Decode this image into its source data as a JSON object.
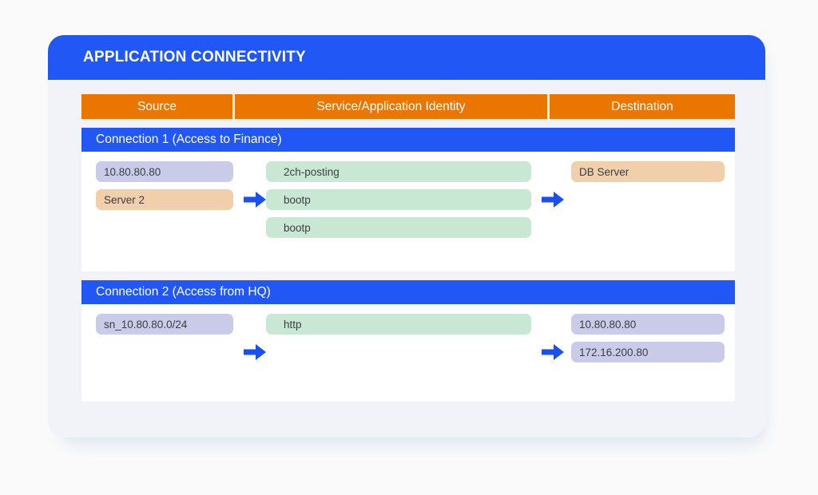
{
  "card": {
    "title": "APPLICATION CONNECTIVITY",
    "accent_blue": "#2158f5",
    "accent_orange": "#ea7600",
    "panel_bg": "#f1f3f8"
  },
  "columns": [
    {
      "label": "Source"
    },
    {
      "label": "Service/Application Identity"
    },
    {
      "label": "Destination"
    }
  ],
  "connections": [
    {
      "title": "Connection 1 (Access to Finance)",
      "source": [
        {
          "label": "10.80.80.80",
          "color": "#c9cbe9"
        },
        {
          "label": "Server 2",
          "color": "#f2cfab"
        }
      ],
      "services": [
        {
          "label": "2ch-posting",
          "color": "#c9e8d3"
        },
        {
          "label": "bootp",
          "color": "#c9e8d3"
        },
        {
          "label": "bootp",
          "color": "#c9e8d3"
        }
      ],
      "destination": [
        {
          "label": "DB Server",
          "color": "#f2cfab"
        }
      ],
      "arrow_row": 1,
      "arrow_icon": "arrow-right-icon"
    },
    {
      "title": "Connection 2 (Access from HQ)",
      "source": [
        {
          "label": "sn_10.80.80.0/24",
          "color": "#c9cbe9"
        }
      ],
      "services": [
        {
          "label": "http",
          "color": "#c9e8d3"
        }
      ],
      "destination": [
        {
          "label": "10.80.80.80",
          "color": "#c9cbe9"
        },
        {
          "label": "172.16.200.80",
          "color": "#c9cbe9"
        }
      ],
      "arrow_row": 1,
      "arrow_icon": "arrow-right-icon"
    }
  ]
}
